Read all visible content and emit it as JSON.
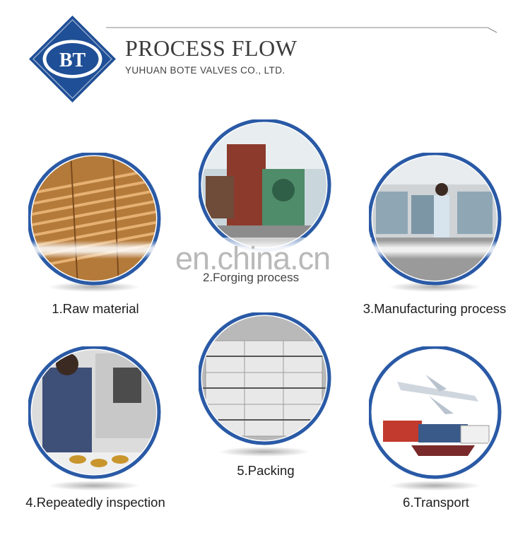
{
  "header": {
    "logo_text": "BT",
    "title": "PROCESS FLOW",
    "subtitle": "YUHUAN BOTE VALVES CO., LTD."
  },
  "steps": [
    {
      "label": "1.Raw material",
      "photo": "copper-bars"
    },
    {
      "label": "2.Forging process",
      "photo": "forging-press"
    },
    {
      "label": "3.Manufacturing process",
      "photo": "cnc-workshop"
    },
    {
      "label": "4.Repeatedly inspection",
      "photo": "inspection-worker"
    },
    {
      "label": "5.Packing",
      "photo": "carton-boxes"
    },
    {
      "label": "6.Transport",
      "photo": "plane-truck-ship"
    }
  ],
  "watermark": "en.china.cn",
  "colors": {
    "brand_blue": "#1f4f96",
    "ring_blue": "#2a5aa6",
    "text": "#1e1e1e"
  }
}
